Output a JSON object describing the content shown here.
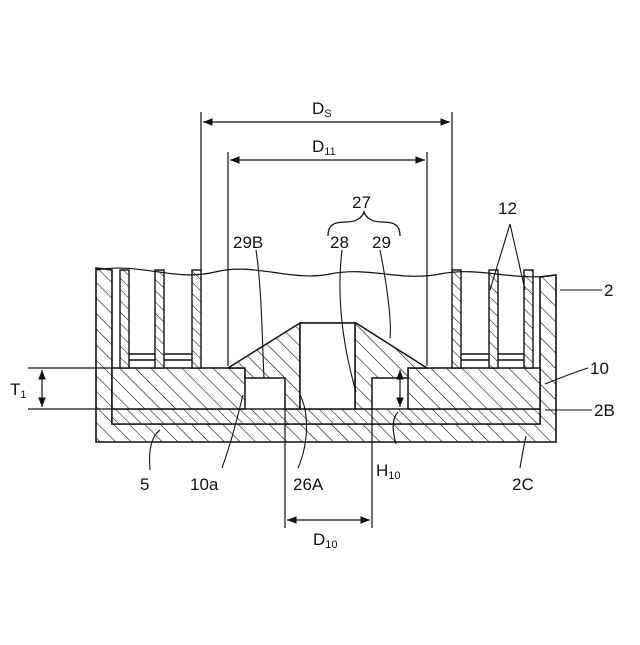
{
  "labels": {
    "ds_main": "D",
    "ds_sub": "S",
    "d11_main": "D",
    "d11_sub": "11",
    "ref_27": "27",
    "ref_28": "28",
    "ref_29": "29",
    "ref_29b": "29B",
    "ref_12": "12",
    "ref_2": "2",
    "ref_10": "10",
    "ref_2b": "2B",
    "t1_main": "T",
    "t1_sub": "1",
    "ref_5": "5",
    "ref_10a": "10a",
    "ref_26a": "26A",
    "h10_main": "H",
    "h10_sub": "10",
    "ref_2c": "2C",
    "d10_main": "D",
    "d10_sub": "10"
  },
  "colors": {
    "line": "#111111",
    "background": "#ffffff"
  }
}
